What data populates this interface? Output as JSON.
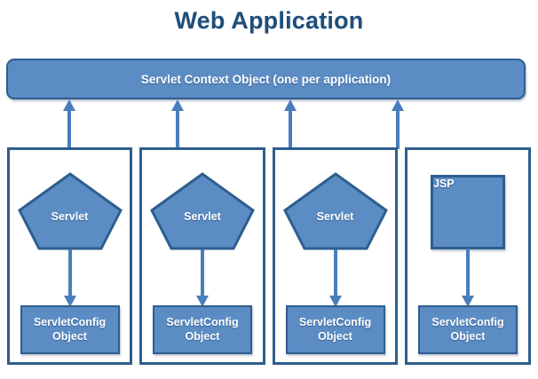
{
  "diagram": {
    "title": "Web Application",
    "type": "block-diagram",
    "colors": {
      "title_text": "#1F4E79",
      "shape_fill": "#5B8CC4",
      "shape_border": "#2E5E8E",
      "shape_text": "#FFFFFF",
      "container_border": "#2E5E8E",
      "background": "#FFFFFF",
      "arrow": "#4A7EBB"
    },
    "context_bar": {
      "label": "Servlet Context Object (one per application)",
      "shape": "rounded-rectangle"
    },
    "columns": [
      {
        "id": "column-1",
        "node": {
          "label": "Servlet",
          "shape": "pentagon"
        },
        "config": {
          "line1": "ServletConfig",
          "line2": "Object",
          "shape": "rectangle"
        },
        "arrow_to_context": "up",
        "arrow_to_config": "down"
      },
      {
        "id": "column-2",
        "node": {
          "label": "Servlet",
          "shape": "pentagon"
        },
        "config": {
          "line1": "ServletConfig",
          "line2": "Object",
          "shape": "rectangle"
        },
        "arrow_to_context": "up",
        "arrow_to_config": "down"
      },
      {
        "id": "column-3",
        "node": {
          "label": "Servlet",
          "shape": "pentagon"
        },
        "config": {
          "line1": "ServletConfig",
          "line2": "Object",
          "shape": "rectangle"
        },
        "arrow_to_context": "up",
        "arrow_to_config": "down"
      },
      {
        "id": "column-4",
        "node": {
          "label": "JSP",
          "shape": "square"
        },
        "config": {
          "line1": "ServletConfig",
          "line2": "Object",
          "shape": "rectangle"
        },
        "arrow_to_context": "up",
        "arrow_to_config": "down"
      }
    ]
  }
}
